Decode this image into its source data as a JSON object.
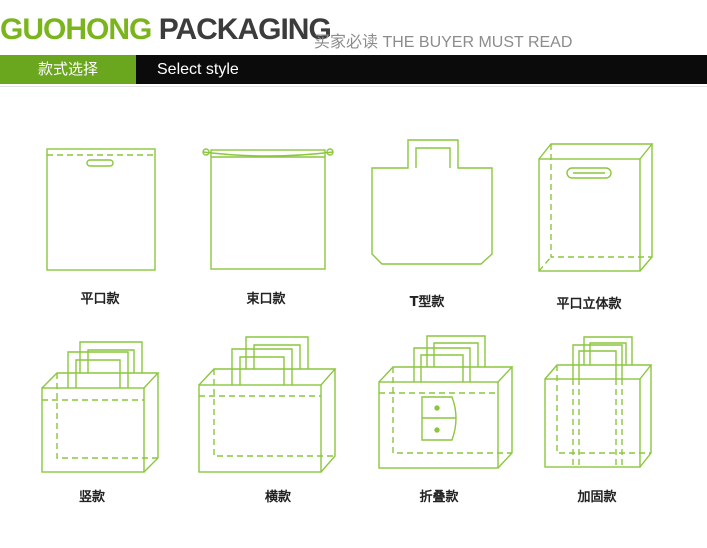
{
  "header": {
    "brand_part1": "GUOHONG",
    "brand_part2": "PACKAGING",
    "tagline": "买家必读 THE BUYER MUST READ"
  },
  "bar": {
    "tab_label": "款式选择",
    "section_title": "Select style"
  },
  "styles": [
    {
      "label": "平口款",
      "icon": "flat-die-cut-bag-icon"
    },
    {
      "label": "束口款",
      "icon": "drawstring-bag-icon"
    },
    {
      "label": "T型款",
      "icon": "t-shirt-bag-icon"
    },
    {
      "label": "平口立体款",
      "icon": "box-die-cut-bag-icon"
    },
    {
      "label": "竖款",
      "icon": "vertical-tote-bag-icon"
    },
    {
      "label": "横款",
      "icon": "horizontal-tote-bag-icon"
    },
    {
      "label": "折叠款",
      "icon": "foldable-tote-bag-icon"
    },
    {
      "label": "加固款",
      "icon": "reinforced-tote-bag-icon"
    }
  ],
  "colors": {
    "accent": "#6aa61e",
    "line": "#8cc63f",
    "bar": "#0b0b0b"
  }
}
